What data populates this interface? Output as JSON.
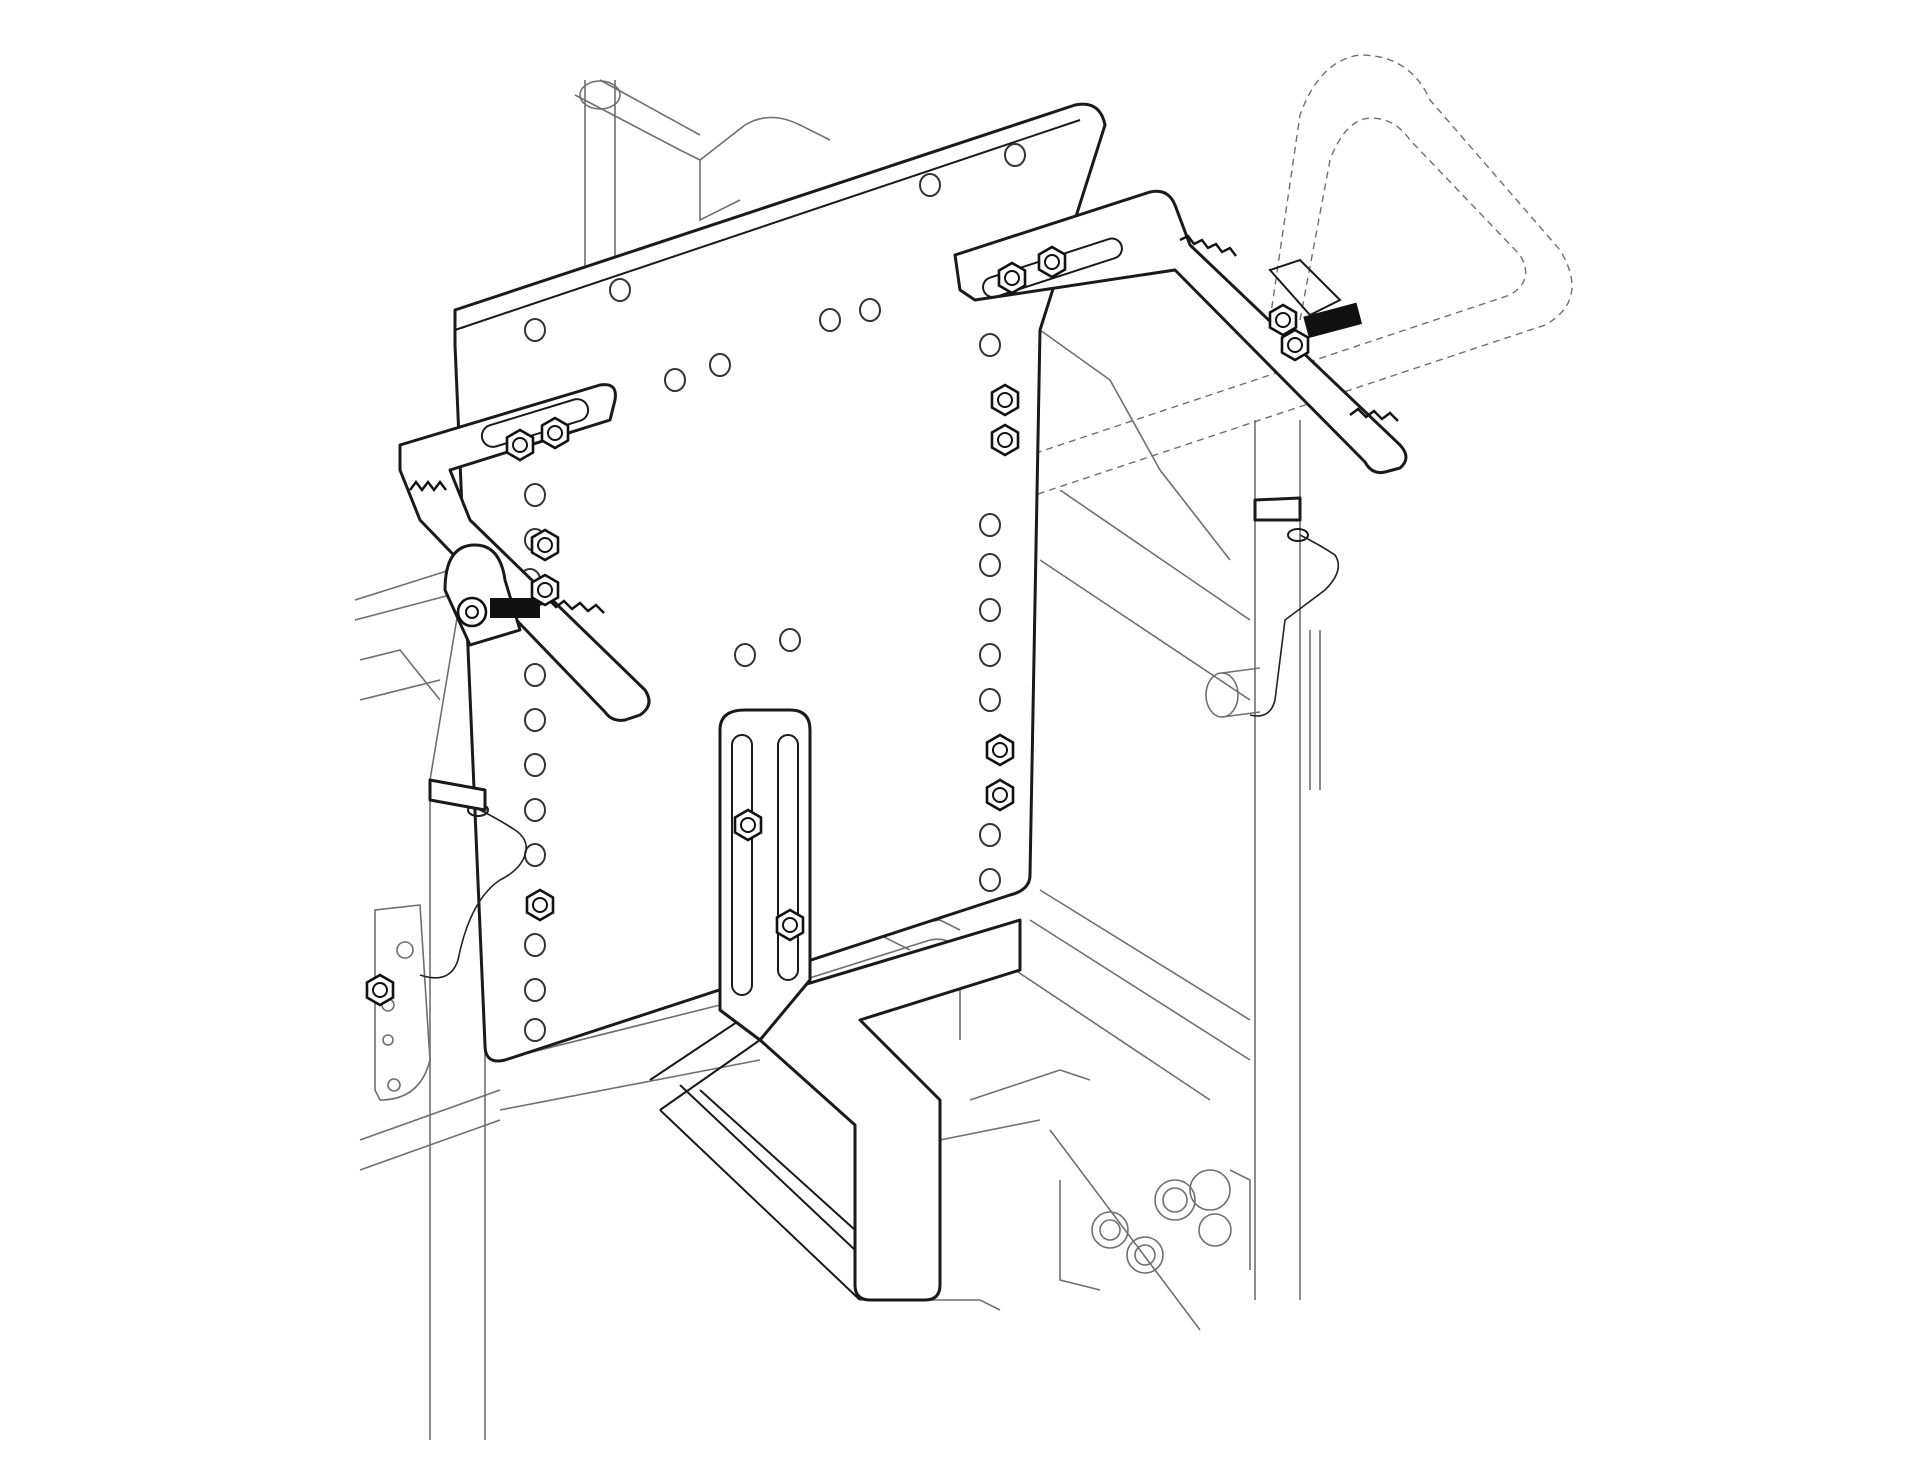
{
  "figure": {
    "subject": "",
    "colors": {
      "line": "#1a1a1a",
      "ghost_line": "#6f6f6f",
      "background": "#ffffff"
    },
    "icons": [
      "back-plate",
      "upper-bracket-left",
      "upper-bracket-right",
      "lower-bracket",
      "mounting-bolt",
      "wheelchair-frame",
      "push-handle",
      "lanyard-pin"
    ]
  }
}
